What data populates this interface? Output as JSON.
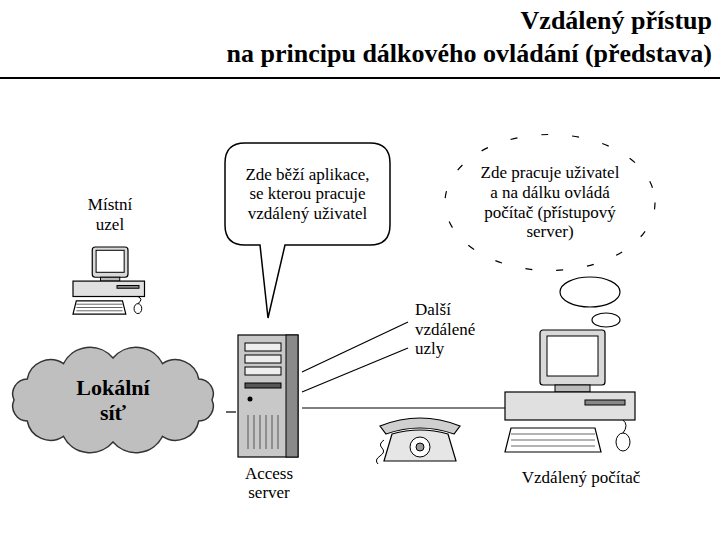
{
  "diagram": {
    "title": "Vzdálený přístup na principu dálkového ovládání (představa)",
    "nodes": [
      {
        "text": [
          "Zde běží aplikace, se kterou pracuje vzdálený uživatel"
        ]
      },
      {
        "text": [
          "Zde pracuje uživatel a na dálku ovládá počítač (přístupový server)"
        ]
      },
      {
        "text": [
          "Místní uzel"
        ]
      },
      {
        "text": [
          "Lokální síť"
        ]
      },
      {
        "text": [
          "Access server"
        ]
      },
      {
        "text": [
          "Vzdálený počítač"
        ]
      }
    ],
    "edges": [
      {
        "from": 3,
        "to": 4,
        "arrow": "none"
      },
      {
        "from": 4,
        "to": 5,
        "arrow": "none"
      }
    ],
    "labels": [
      "Další vzdálené uzly"
    ]
  }
}
